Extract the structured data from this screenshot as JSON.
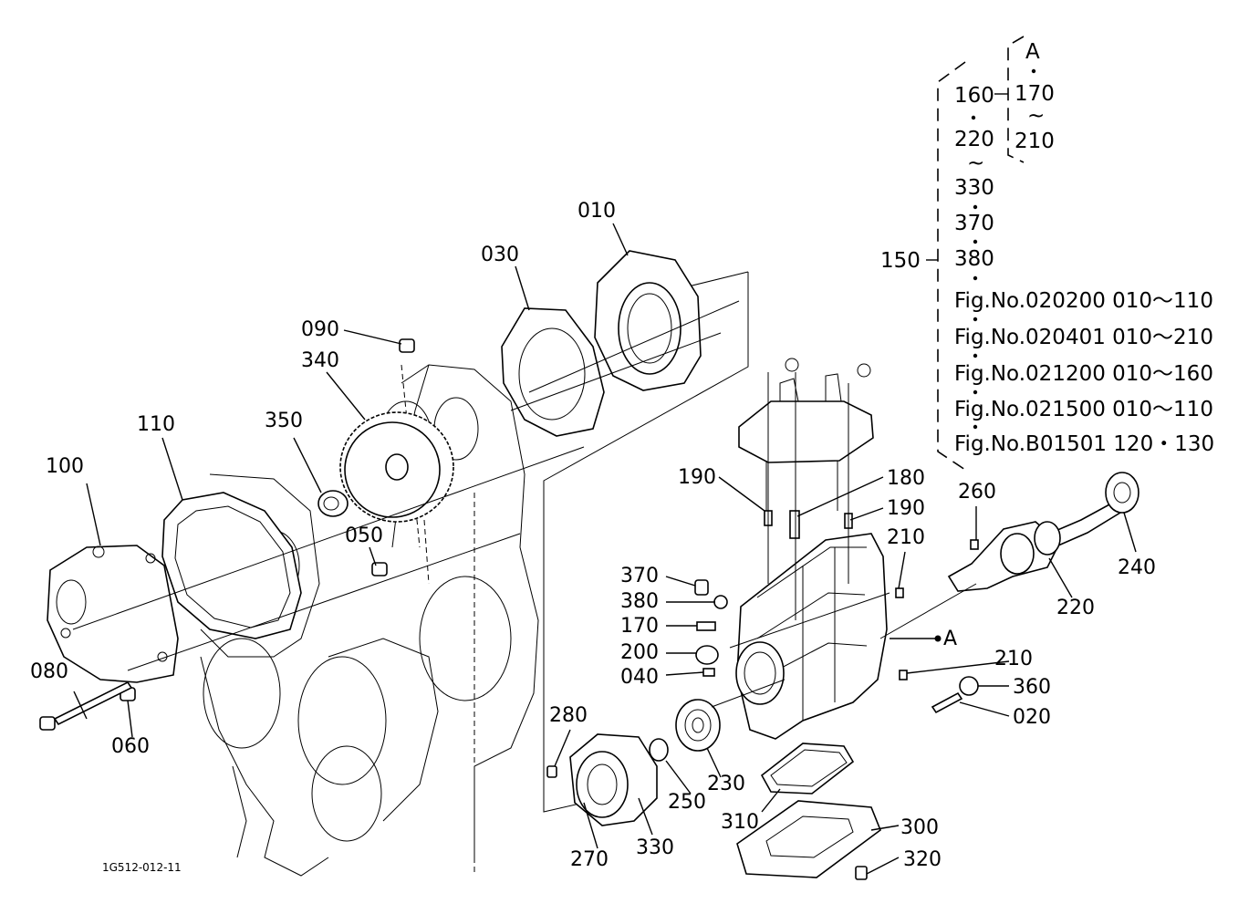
{
  "diagram": {
    "drawing_code": "1G512-012-11",
    "group_marker": "A",
    "part_labels": {
      "p010": "010",
      "p020": "020",
      "p030": "030",
      "p040": "040",
      "p050": "050",
      "p060": "060",
      "p080": "080",
      "p090": "090",
      "p100": "100",
      "p110": "110",
      "p150": "150",
      "p170": "170",
      "p180": "180",
      "p190a": "190",
      "p190b": "190",
      "p200": "200",
      "p210a": "210",
      "p210b": "210",
      "p220": "220",
      "p230": "230",
      "p240": "240",
      "p250": "250",
      "p260": "260",
      "p270": "270",
      "p280": "280",
      "p300": "300",
      "p310": "310",
      "p320": "320",
      "p330": "330",
      "p340": "340",
      "p350": "350",
      "p360": "360",
      "p370": "370",
      "p380": "380"
    },
    "assembly_note": {
      "group_a_marker": "A",
      "group_a_from": "170",
      "tilde": "~",
      "group_a_to": "210",
      "r160": "160",
      "r220": "220",
      "r330": "330",
      "r370": "370",
      "r380": "380",
      "assembly_no": "150",
      "fig_refs": [
        "Fig.No.020200  010～110",
        "Fig.No.020401  010～210",
        "Fig.No.021200  010～160",
        "Fig.No.021500  010～110",
        "Fig.No.B01501  120・130"
      ]
    }
  }
}
